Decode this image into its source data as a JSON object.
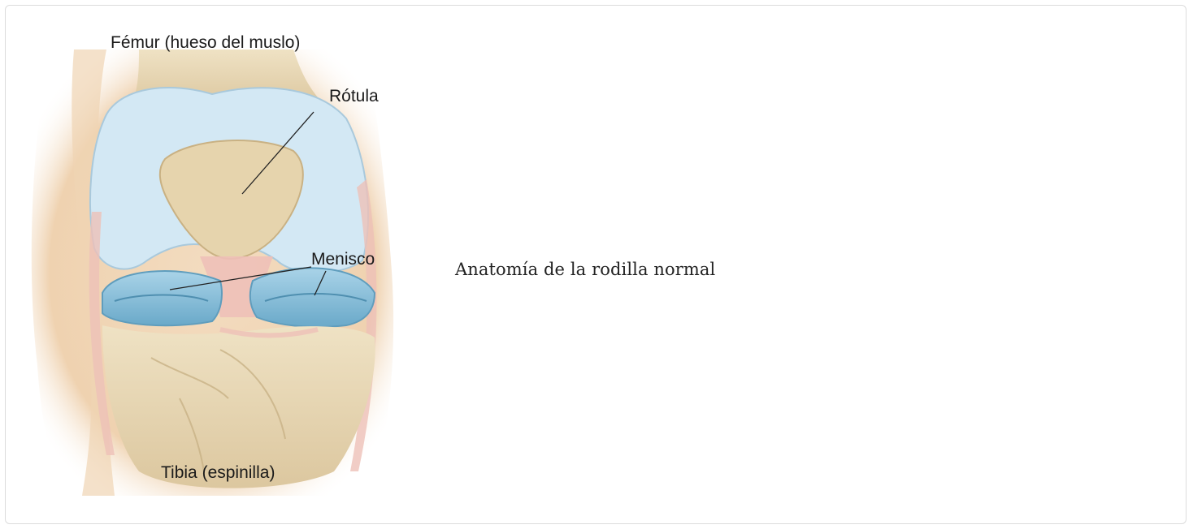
{
  "figure": {
    "labels": {
      "femur": "Fémur (hueso del muslo)",
      "patella": "Rótula",
      "meniscus": "Menisco",
      "tibia": "Tibia (espinilla)"
    },
    "colors": {
      "skin": "#efd6b7",
      "bone": "#e9d9b6",
      "cartilage": "#cfe6f3",
      "meniscus": "#8fc5de",
      "ligament": "#eec0b8"
    }
  },
  "caption": "Anatomía de la rodilla normal"
}
